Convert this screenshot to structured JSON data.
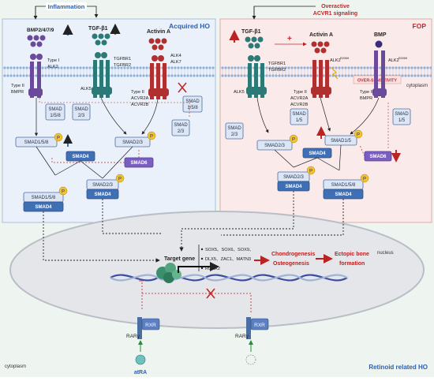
{
  "panels": {
    "acquired_title": "Acquired HO",
    "fop_title": "FOP",
    "retinoid_title": "Retinoid  related HO",
    "cytoplasm_left": "cytoplasm",
    "cytoplasm_right": "cytoplasm",
    "nucleus": "nucleus"
  },
  "top": {
    "inflammation": "Inflammation",
    "overactive_line1": "Overactive",
    "overactive_line2": "ACVR1 signaling",
    "plus": "+"
  },
  "ligands_left": {
    "bmp": "BMP2/4/7/9",
    "tgf": "TGF-β1",
    "activin": "Activin A"
  },
  "ligands_right": {
    "tgf": "TGF-β1",
    "activin": "Activin A",
    "bmp": "BMP"
  },
  "receptors_left": {
    "type1": "Type I",
    "alk2": "ALK2",
    "type2": "Type II",
    "bmpr": "BMPR",
    "tgfbr1": "TGFBR1",
    "tgfbr2": "TGFBR2",
    "alk5": "ALK5",
    "alk4": "ALK4",
    "alk7": "ALK7",
    "type2b": "Type II",
    "acvr2a": "ACVR2A",
    "acvr2b": "ACVR2B"
  },
  "receptors_right": {
    "tgfbr1": "TGFBR1",
    "tgfbr2": "TGFBR2",
    "alk5": "ALK5",
    "alk2_mut": "ALK2",
    "alk2_sup": "R206H",
    "type2": "Type II",
    "acvr2a": "ACVR2A",
    "acvr2b": "ACVR2B",
    "oversens": "OVER-SENSITIVITY",
    "alk2_mut2": "ALK2",
    "alk2_sup2": "R206H",
    "type2b": "Type II",
    "bmpr": "BMPR"
  },
  "smads_left": {
    "s158a": "SMAD",
    "s158b": "1/5/8",
    "s23a": "SMAD",
    "s23b": "2/3",
    "s23c": "SMAD",
    "s23d": "2/3",
    "s158c": "SMAD",
    "s158d": "1/5/8",
    "p158": "SMAD1/5/8",
    "p23": "SMAD2/3",
    "smad4": "SMAD4",
    "smad6": "SMAD6",
    "c23": "SMAD2/3",
    "c23_4": "SMAD4",
    "c158": "SMAD1/5/8",
    "c158_4": "SMAD4",
    "p": "P"
  },
  "smads_right": {
    "s23a": "SMAD",
    "s23b": "2/3",
    "s15a": "SMAD",
    "s15b": "1/5",
    "s15c": "SMAD",
    "s15d": "1/5",
    "p23": "SMAD2/3",
    "p15": "SMAD1/5",
    "smad4": "SMAD4",
    "smad6": "SMAD6",
    "c23": "SMAD2/3",
    "c23_4": "SMAD4",
    "c158": "SMAD1/5/8",
    "c158_4": "SMAD4",
    "p": "P"
  },
  "nucleus_content": {
    "target_gene": "Target gene",
    "genes": [
      "SOX5、SOX6、SOX9、",
      "DLX5、ZAC1、MATN3",
      "RUNX2"
    ],
    "chondro": "Chondrogenesis",
    "osteo": "Osteogenesis",
    "ectopic1": "Ectopic bone",
    "ectopic2": "formation"
  },
  "retinoid": {
    "rar1": "RARγ",
    "rxr1": "RXR",
    "atra": "atRA",
    "rar2": "RARγ",
    "rxr2": "RXR"
  },
  "colors": {
    "left_panel": "#eaf1fa",
    "right_panel": "#fbeaea",
    "nucleus": "#e6e8ec",
    "red_accent": "#c0282b",
    "blue_accent": "#3a6fc4",
    "membrane": "#7a9cc8"
  }
}
